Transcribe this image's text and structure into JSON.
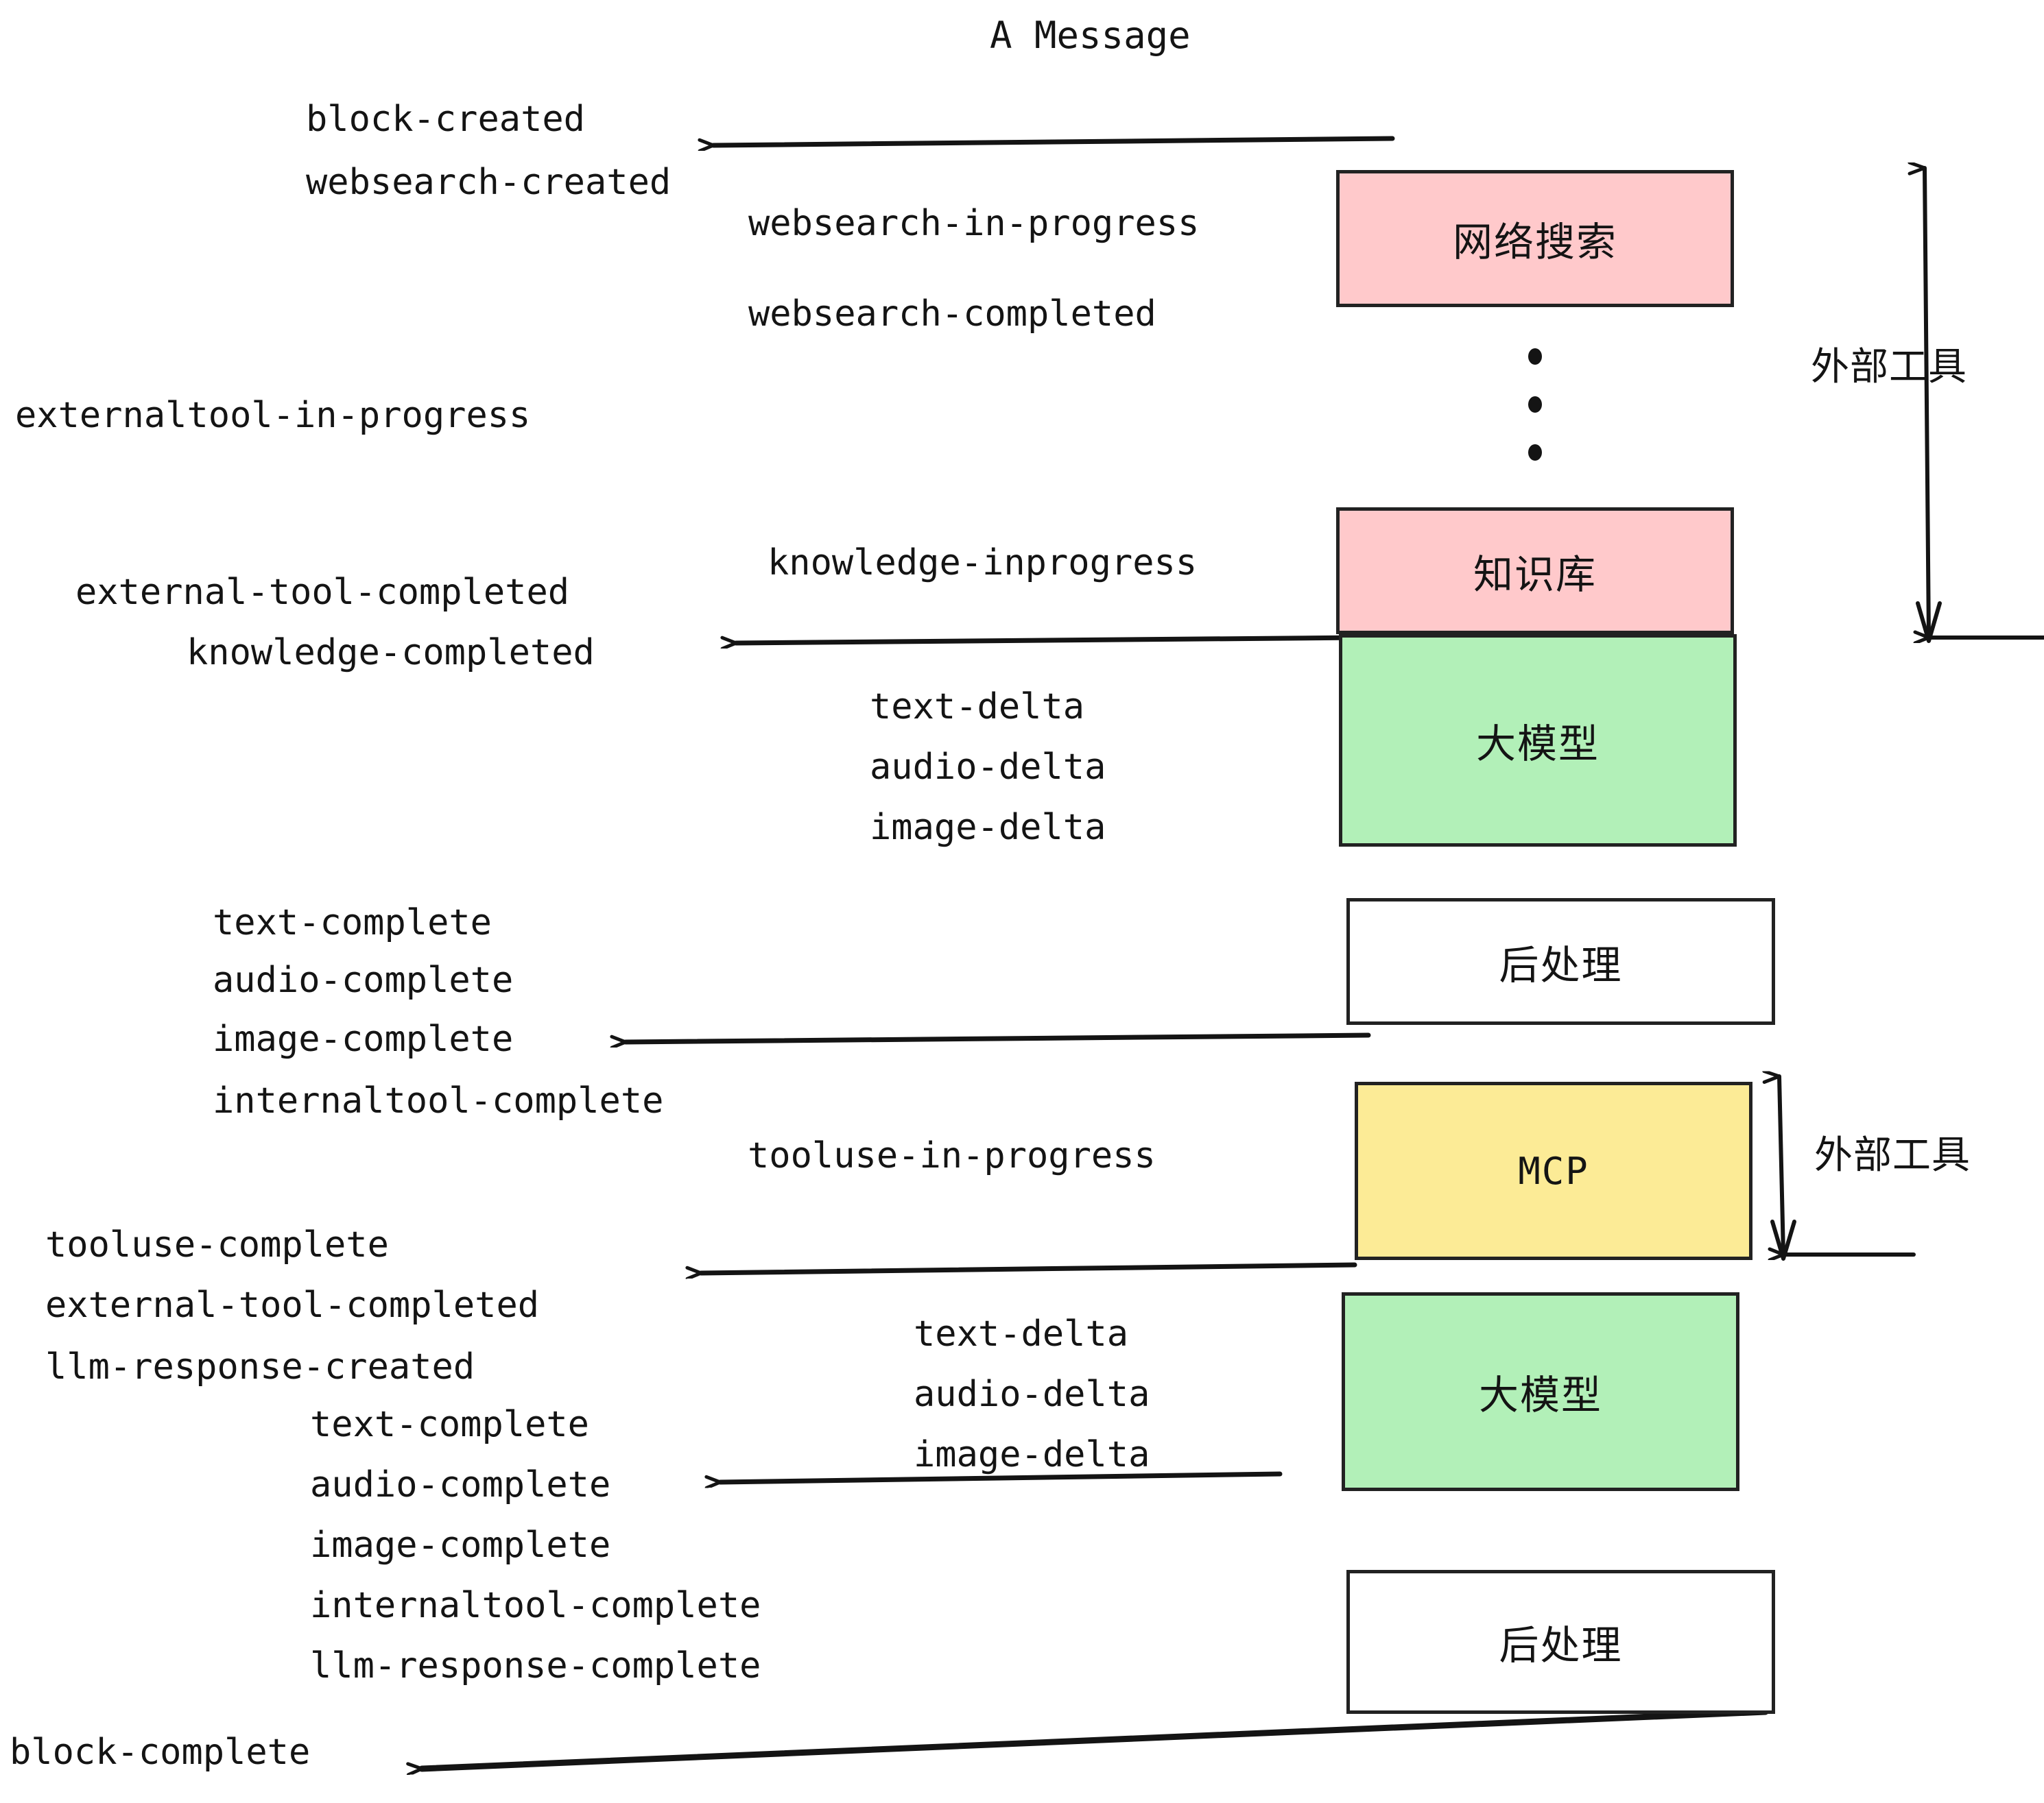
{
  "title": "A Message",
  "colors": {
    "pink": "#ffc9cb",
    "green": "#b2f0b8",
    "yellow": "#fceb96",
    "white": "#ffffff",
    "stroke": "#222222",
    "text": "#141414"
  },
  "boxes": [
    {
      "label": "网络搜索",
      "fill": "pink",
      "name": "web-search-box"
    },
    {
      "label": "知识库",
      "fill": "pink",
      "name": "knowledge-base-box"
    },
    {
      "label": "大模型",
      "fill": "green",
      "name": "llm-box-1"
    },
    {
      "label": "后处理",
      "fill": "white",
      "name": "postprocess-box-1"
    },
    {
      "label": "MCP",
      "fill": "yellow",
      "name": "mcp-box"
    },
    {
      "label": "大模型",
      "fill": "green",
      "name": "llm-box-2"
    },
    {
      "label": "后处理",
      "fill": "white",
      "name": "postprocess-box-2"
    }
  ],
  "side_labels": [
    {
      "text": "外部工具",
      "name": "external-tools-label-top"
    },
    {
      "text": "外部工具",
      "name": "external-tools-label-bottom"
    }
  ],
  "events": [
    {
      "text": "block-created",
      "name": "event-block-created"
    },
    {
      "text": "websearch-created",
      "name": "event-websearch-created"
    },
    {
      "text": "websearch-in-progress",
      "name": "event-websearch-in-progress"
    },
    {
      "text": "websearch-completed",
      "name": "event-websearch-completed"
    },
    {
      "text": "externaltool-in-progress",
      "name": "event-externaltool-in-progress"
    },
    {
      "text": "knowledge-inprogress",
      "name": "event-knowledge-inprogress"
    },
    {
      "text": "external-tool-completed",
      "name": "event-external-tool-completed-1"
    },
    {
      "text": "knowledge-completed",
      "name": "event-knowledge-completed"
    },
    {
      "text": "text-delta",
      "name": "event-text-delta-1"
    },
    {
      "text": "audio-delta",
      "name": "event-audio-delta-1"
    },
    {
      "text": "image-delta",
      "name": "event-image-delta-1"
    },
    {
      "text": "text-complete",
      "name": "event-text-complete-1"
    },
    {
      "text": "audio-complete",
      "name": "event-audio-complete-1"
    },
    {
      "text": "image-complete",
      "name": "event-image-complete-1"
    },
    {
      "text": "internaltool-complete",
      "name": "event-internaltool-complete-1"
    },
    {
      "text": "tooluse-in-progress",
      "name": "event-tooluse-in-progress"
    },
    {
      "text": "tooluse-complete",
      "name": "event-tooluse-complete"
    },
    {
      "text": "external-tool-completed",
      "name": "event-external-tool-completed-2"
    },
    {
      "text": "llm-response-created",
      "name": "event-llm-response-created"
    },
    {
      "text": "text-delta",
      "name": "event-text-delta-2"
    },
    {
      "text": "audio-delta",
      "name": "event-audio-delta-2"
    },
    {
      "text": "image-delta",
      "name": "event-image-delta-2"
    },
    {
      "text": "text-complete",
      "name": "event-text-complete-2"
    },
    {
      "text": "audio-complete",
      "name": "event-audio-complete-2"
    },
    {
      "text": "image-complete",
      "name": "event-image-complete-2"
    },
    {
      "text": "internaltool-complete",
      "name": "event-internaltool-complete-2"
    },
    {
      "text": "llm-response-complete",
      "name": "event-llm-response-complete"
    },
    {
      "text": "block-complete",
      "name": "event-block-complete"
    }
  ]
}
